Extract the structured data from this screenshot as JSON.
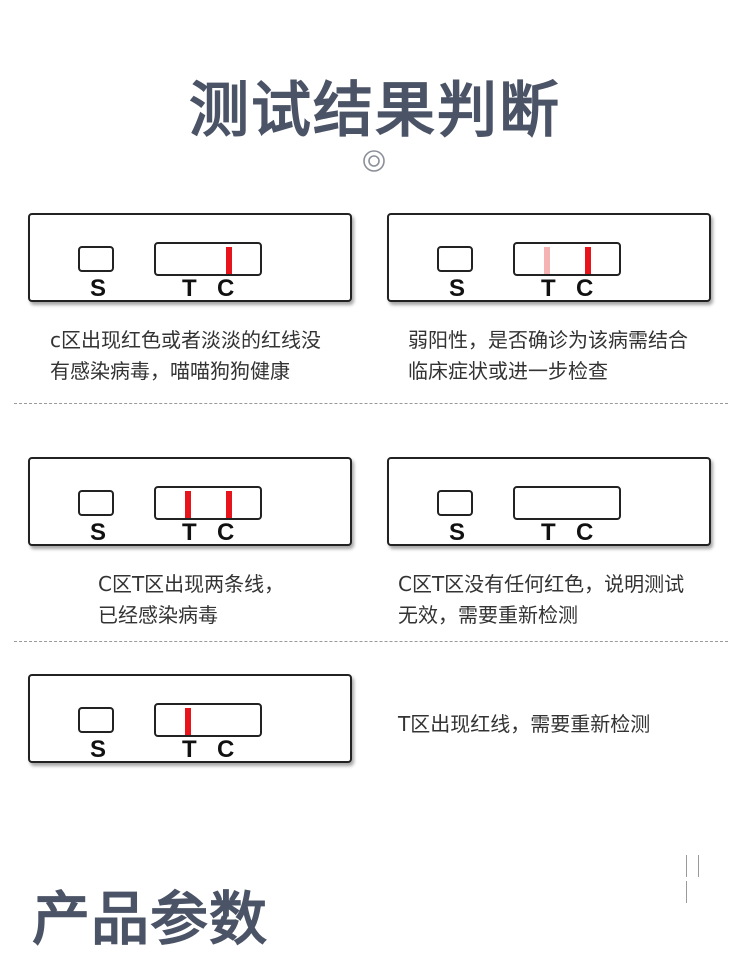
{
  "page": {
    "title": "测试结果判断",
    "section_title": "产品参数"
  },
  "colors": {
    "title": "#4b5366",
    "strong_line": "#e8141c",
    "faint_line": "#f5b3b3"
  },
  "strip_labels": {
    "s": "S",
    "t": "T",
    "c": "C"
  },
  "results": [
    {
      "t_line": "none",
      "c_line": "strong",
      "desc_line1": "c区出现红色或者淡淡的红线没",
      "desc_line2": "有感染病毒，喵喵狗狗健康"
    },
    {
      "t_line": "faint",
      "c_line": "strong",
      "desc_line1": "弱阳性，是否确诊为该病需结合",
      "desc_line2": "临床症状或进一步检查"
    },
    {
      "t_line": "strong",
      "c_line": "strong",
      "desc_line1": "C区T区出现两条线，",
      "desc_line2": "已经感染病毒"
    },
    {
      "t_line": "none",
      "c_line": "none",
      "desc_line1": "C区T区没有任何红色，说明测试",
      "desc_line2": "无效，需要重新检测"
    },
    {
      "t_line": "strong",
      "c_line": "none",
      "desc_line1": "T区出现红线，需要重新检测",
      "desc_line2": ""
    }
  ]
}
